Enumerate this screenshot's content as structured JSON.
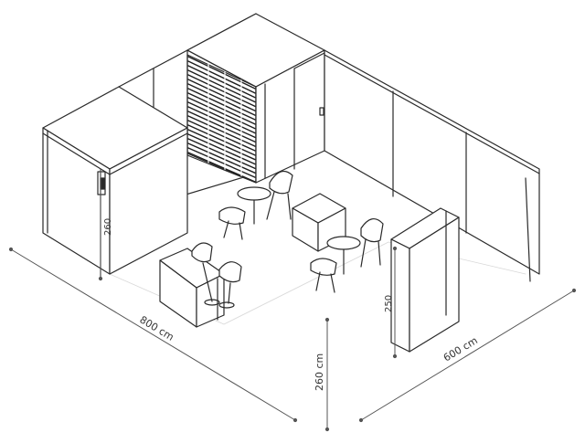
{
  "dimensions": {
    "width_label": "800 cm",
    "depth_label": "600 cm",
    "height_label": "260 cm",
    "booth_wall_height_label": "260",
    "storage_tower_height_label": "250"
  },
  "colors": {
    "line": "#2a2a2a",
    "dimension_line": "#555555",
    "fill": "#ffffff",
    "slat": "#1e1e1e"
  }
}
